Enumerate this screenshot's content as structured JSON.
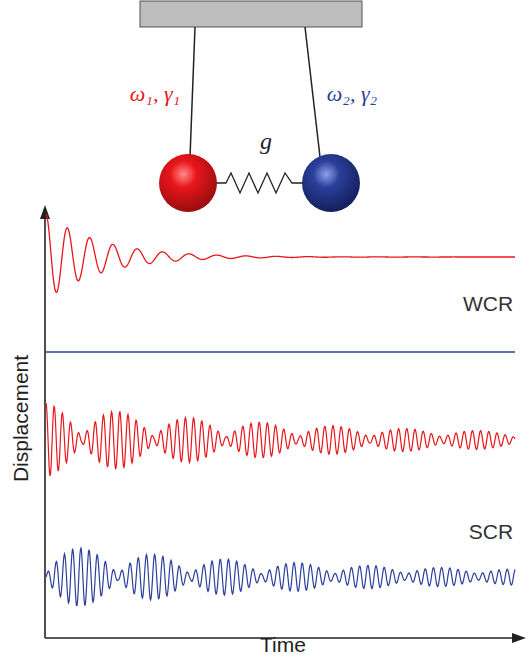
{
  "diagram": {
    "labels": [
      "ω₁, γ₁",
      "ω₂, γ₂",
      "g",
      "WCR",
      "SCR",
      "Displacement",
      "Time"
    ]
  }
}
